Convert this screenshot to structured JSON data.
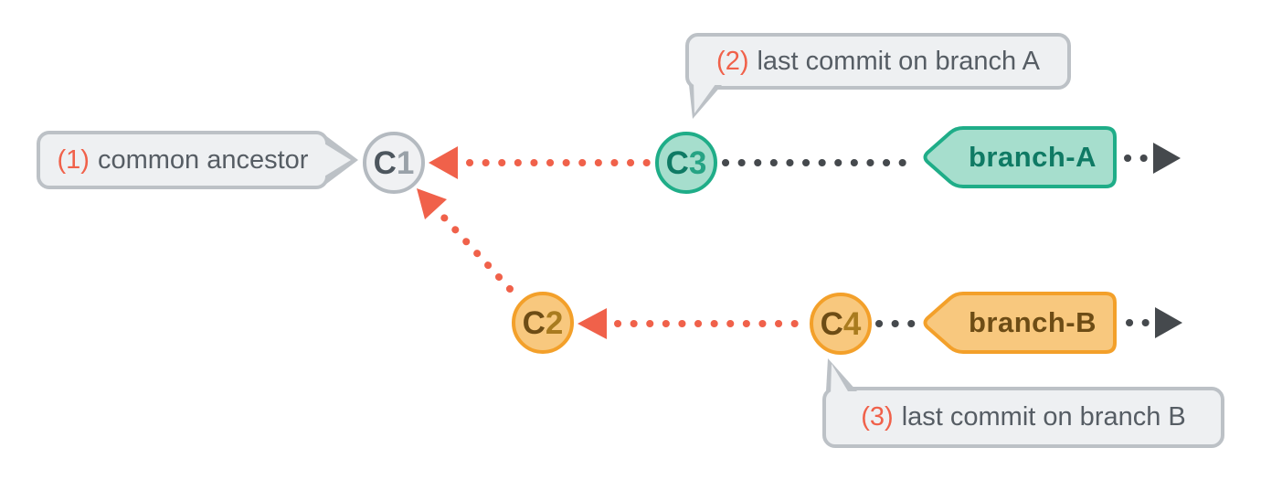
{
  "callouts": [
    {
      "number": "(1)",
      "text": "common ancestor"
    },
    {
      "number": "(2)",
      "text": "last commit on branch A"
    },
    {
      "number": "(3)",
      "text": "last commit on branch B"
    }
  ],
  "commits": [
    {
      "letter": "C",
      "digit": "1",
      "theme": "neutral"
    },
    {
      "letter": "C",
      "digit": "2",
      "theme": "orange"
    },
    {
      "letter": "C",
      "digit": "3",
      "theme": "teal"
    },
    {
      "letter": "C",
      "digit": "4",
      "theme": "orange"
    }
  ],
  "branches": [
    {
      "label": "branch-A",
      "theme": "teal"
    },
    {
      "label": "branch-B",
      "theme": "orange"
    }
  ],
  "edges": [
    {
      "from": "C3",
      "to": "C1",
      "style": "dotted",
      "color": "coral",
      "arrowhead": "at-C1"
    },
    {
      "from": "C2",
      "to": "C1",
      "style": "dotted",
      "color": "coral",
      "arrowhead": "at-C1"
    },
    {
      "from": "C4",
      "to": "C2",
      "style": "dotted",
      "color": "coral",
      "arrowhead": "at-C2"
    },
    {
      "from": "C3",
      "to": "branch-A",
      "style": "dotted",
      "color": "dark-gray"
    },
    {
      "from": "C4",
      "to": "branch-B",
      "style": "dotted",
      "color": "dark-gray"
    },
    {
      "from": "branch-A",
      "to": "timeline-right",
      "style": "dotted",
      "color": "dark-gray",
      "arrowhead": "right"
    },
    {
      "from": "branch-B",
      "to": "timeline-right",
      "style": "dotted",
      "color": "dark-gray",
      "arrowhead": "right"
    }
  ],
  "icons": {
    "coral_arrowhead": "left-pointing solid triangle",
    "dark_arrowhead": "right-pointing solid triangle",
    "branch_tag": "left-pointing pennant tag"
  },
  "palette": {
    "coral": "#f0614a",
    "callout_fill": "#eef0f2",
    "callout_border": "#bcc1c6",
    "callout_text": "#565d64",
    "neutral_fill": "#f0f1f3",
    "neutral_border": "#b4bac0",
    "neutral_letter": "#4d565e",
    "neutral_digit": "#99a1a8",
    "teal_fill": "#a6decd",
    "teal_border": "#1fad88",
    "teal_text": "#0f7a64",
    "teal_digit": "#26a384",
    "orange_fill": "#f8c87e",
    "orange_border": "#f3a02a",
    "orange_text": "#6d4c15",
    "orange_digit": "#a97b1f",
    "dark_dots": "#45494d",
    "background": "#ffffff"
  }
}
